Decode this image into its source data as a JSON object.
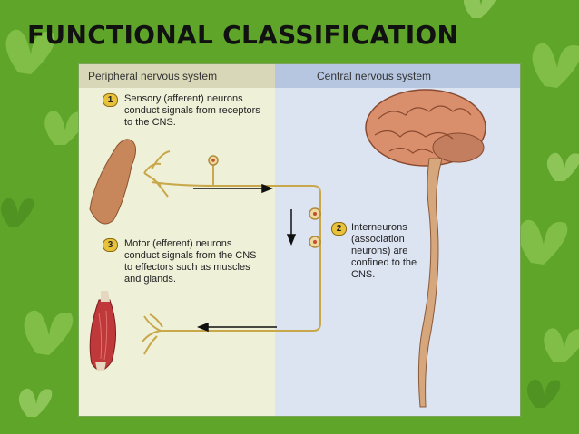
{
  "slide": {
    "title": "FUNCTIONAL CLASSIFICATION"
  },
  "diagram": {
    "left_header": "Peripheral nervous system",
    "right_header": "Central nervous system",
    "steps": [
      {
        "number": "1",
        "text": "Sensory (afferent) neurons conduct signals from receptors to the CNS."
      },
      {
        "number": "2",
        "text": "Interneurons (association neurons) are confined to the CNS."
      },
      {
        "number": "3",
        "text": "Motor (efferent) neurons conduct signals from the CNS to effectors such as muscles and glands."
      }
    ]
  },
  "colors": {
    "background_green": "#5fa52a",
    "pns_panel": "#eef0d8",
    "cns_panel": "#dce4f2",
    "neuron_line": "#c8a84a",
    "brain": "#d98f6b"
  }
}
